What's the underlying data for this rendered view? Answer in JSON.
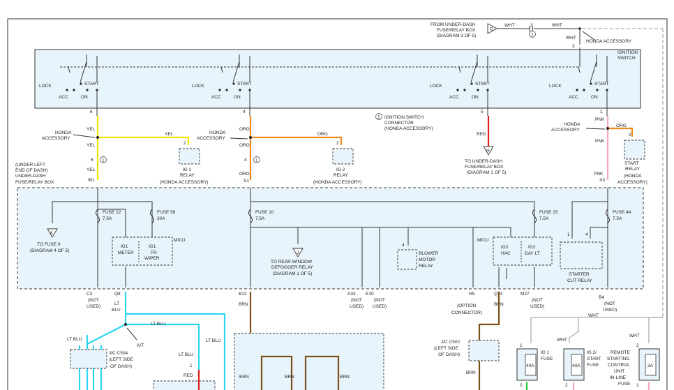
{
  "source": {
    "from": "FROM UNDER-DASH",
    "from2": "FUSE/RELAY BOX",
    "from3": "(DIAGRAM 3 OF 5)",
    "letter": "G",
    "wire1": "WHT",
    "pin": "3",
    "wire2": "WHT"
  },
  "ignition_switch": {
    "label1": "IGNITION",
    "label2": "SWITCH",
    "wht_label": "WHT",
    "pin_top": "3",
    "honda_accessory": "HONDA ACCESSORY",
    "sections": [
      {
        "lock": "LOCK",
        "start": "START",
        "acc": "ACC",
        "on": "ON",
        "pin": "6",
        "wire": "YEL"
      },
      {
        "lock": "LOCK",
        "start": "START",
        "acc": "ACC",
        "on": "ON",
        "pin": "4",
        "wire": "ORG"
      },
      {
        "lock": "LOCK",
        "start": "START",
        "acc": "ACC",
        "on": "ON",
        "pin": "5",
        "wire": "RED"
      },
      {
        "lock": "LOCK",
        "start": "START",
        "acc": "ACC",
        "on": "ON",
        "pin": "1",
        "wire": "PNK"
      }
    ]
  },
  "note": {
    "num": "1",
    "text1": "IGNITION SWITCH",
    "text2": "CONNECTOR",
    "text3": "(HONDA ACCESSORY)"
  },
  "relays": {
    "ig1": {
      "pin": "2",
      "wire": "YEL",
      "l1": "IG 1",
      "l2": "RELAY",
      "l3": "(HONDA ACCESSORY)"
    },
    "ig2": {
      "pin": "2",
      "wire": "ORG",
      "l1": "IG 2",
      "l2": "RELAY",
      "l3": "(HONDA ACCESSORY)"
    },
    "start": {
      "pin": "2",
      "wire": "ORG",
      "l1": "START",
      "l2": "RELAY",
      "l3": "(HONDA",
      "l4": "ACCESSORY)"
    }
  },
  "honda_acc": {
    "a": "HONDA",
    "b": "ACCESSORY"
  },
  "to_underdash": {
    "letter": "H",
    "l1": "TO UNDER-DASH",
    "l2": "FUSE/RELAY BOX",
    "l3": "(DIAGRAM 1 OF 5)"
  },
  "wires_mid": {
    "yel_lower": "YEL",
    "yel_pin": "6",
    "yel_yel": "YEL",
    "yel_w": "W1",
    "org_lower": "ORG",
    "org_pin": "4",
    "org_org": "ORG",
    "org_s": "S1",
    "pnk_lower": "PNK",
    "pnk_pnk": "PNK",
    "pnk_x": "X3",
    "c1": "1",
    "c2": "1"
  },
  "fuse_box": {
    "l1": "(UNDER LEFT",
    "l2": "END OF DASH)",
    "l3": "UNDER-DASH",
    "l4": "FUSE/RELAY BOX",
    "fuses": [
      {
        "name": "FUSE 22",
        "amp": "7.5A"
      },
      {
        "name": "FUSE 56",
        "amp": "30A"
      },
      {
        "name": "FUSE 10",
        "amp": "7.5A"
      },
      {
        "name": "FUSE 15",
        "amp": "7.5A"
      },
      {
        "name": "FUSE 44",
        "amp": "7.5A"
      }
    ],
    "micu1": "MICU",
    "micu2": "MICU",
    "ig1meter": [
      "IG1",
      "METER"
    ],
    "ig1fr": [
      "IG1",
      "FR",
      "WIPER"
    ],
    "ig2hac": [
      "IG2",
      "HAC"
    ],
    "ig2day": [
      "IG2",
      "DAY LT"
    ],
    "to_fuse6": {
      "letter": "K",
      "l1": "TO FUSE 6",
      "l2": "(DIAGRAM 4 OF 5)"
    },
    "defogger": {
      "letter": "J",
      "l1": "TO REAR WINDOW",
      "l2": "DEFOGGER RELAY",
      "l3": "(DIAGRAM 1 OF 5)"
    },
    "blower": {
      "pin": "4",
      "l1": "BLOWER",
      "l2": "MOTOR",
      "l3": "RELAY"
    },
    "starter": {
      "p1": "1",
      "p4": "4",
      "l1": "STARTER",
      "l2": "CUT RELAY"
    }
  },
  "connectors_bottom": [
    {
      "id": "C3",
      "note": [
        "(NOT",
        "USED)"
      ]
    },
    {
      "id": "Q8",
      "wire": [
        "LT",
        "BLU"
      ]
    },
    {
      "id": "B12",
      "wire": [
        "BRN"
      ]
    },
    {
      "id": "A33",
      "note": [
        "(NOT",
        "USED)"
      ]
    },
    {
      "id": "E10",
      "note": [
        "(NOT",
        "USED)"
      ]
    },
    {
      "id": "H5",
      "note": [
        "(OPTION",
        "CONNECTOR)"
      ]
    },
    {
      "id": "Q14",
      "wire": [
        "BRN"
      ]
    },
    {
      "id": "M27",
      "note": [
        "(NOT",
        "USED)"
      ]
    },
    {
      "id": "B4",
      "note": [
        "(NOT",
        "USED)"
      ]
    }
  ],
  "lower": {
    "lt_blu": "LT BLU",
    "lt_blu2": "LT BLU",
    "lt_blu3": "LT BLU",
    "lt_blu4": "LT BLU",
    "at": "A/T",
    "jc504": [
      "J/C C504",
      "(LEFT SIDE",
      "OF DASH)"
    ],
    "jc502": [
      "J/C C502",
      "(LEFT SIDE",
      "OF DASH)"
    ],
    "red": "RED",
    "pin1": "1",
    "brn": [
      "BRN",
      "BRN",
      "BRN",
      "BRN"
    ],
    "wht": "WHT",
    "wht2": "WHT",
    "wht3": "WHT",
    "ig1fuse": [
      "IG 1",
      "FUSE"
    ],
    "ig2fuse": [
      "IG 2/",
      "START",
      "FUSE"
    ],
    "remote": [
      "REMOTE",
      "STARTING",
      "CONTROL",
      "UNIT",
      "IN-LINE",
      "FUSE"
    ],
    "f40a": "40A",
    "f40b": "40A",
    "f3a": "3A",
    "p1": "1",
    "p2a": "2",
    "p2b": "2",
    "p1b": "1",
    "p2c": "2"
  }
}
